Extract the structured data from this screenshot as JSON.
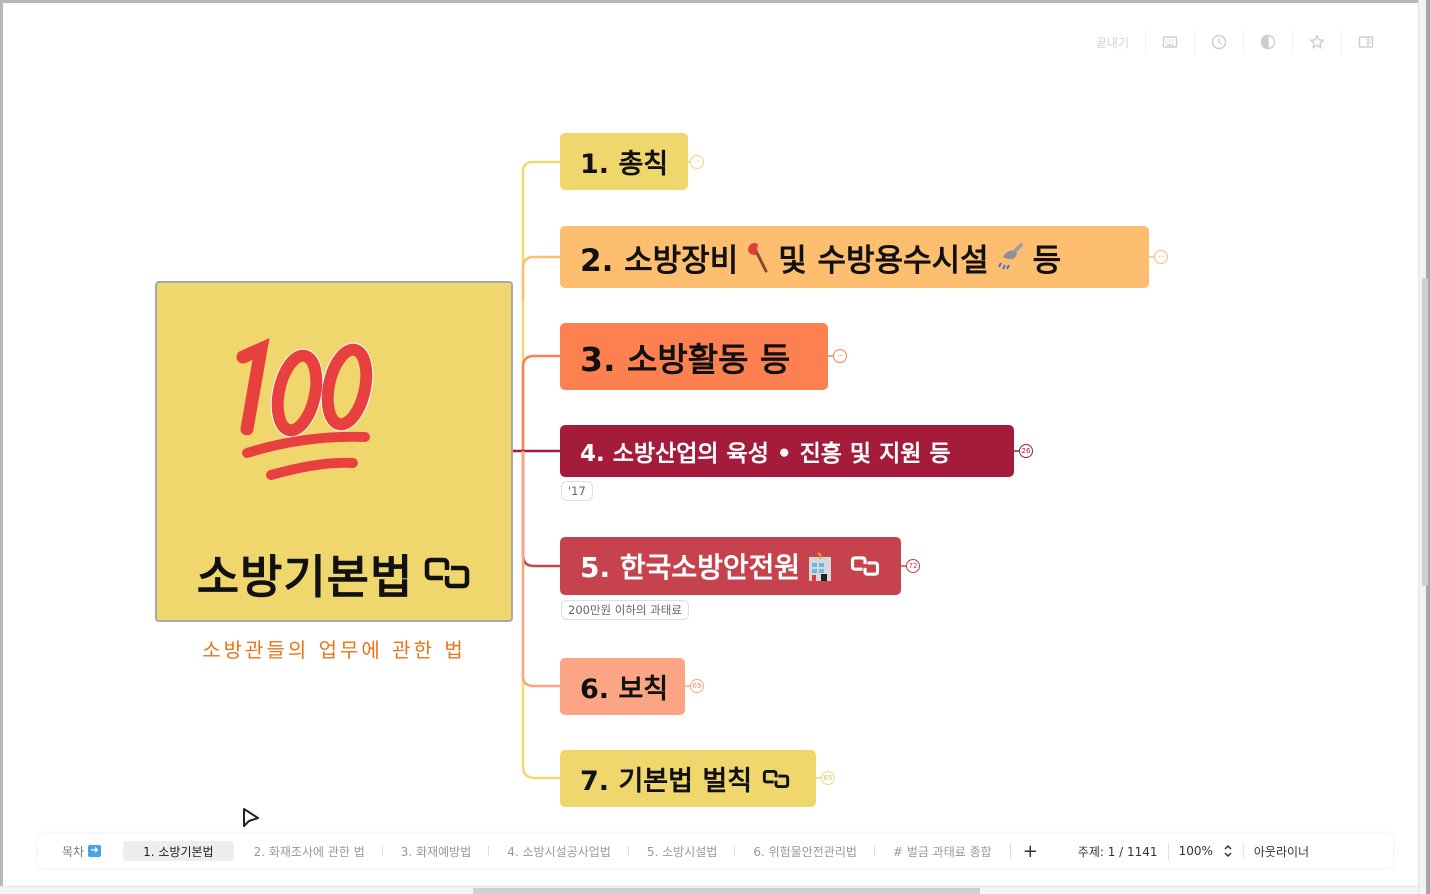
{
  "topbar": {
    "finish_label": "끝내기",
    "icons": [
      "keyboard-icon",
      "clock-icon",
      "contrast-icon",
      "star-icon",
      "panel-icon"
    ]
  },
  "root": {
    "emoji": "hundred-points-icon",
    "title": "소방기본법",
    "subtitle": "소방관들의 업무에 관한 법",
    "color": "#efd76e"
  },
  "nodes": [
    {
      "label": "1. 총칙",
      "color": "#efd76e",
      "text_color": "#111111",
      "badge": "···"
    },
    {
      "label_a": "2. 소방장비",
      "label_b": "및 수방용수시설",
      "label_c": "등",
      "color": "#fdbf6f",
      "text_color": "#111111",
      "badge": "···",
      "emojis": [
        "axe-icon",
        "shower-icon"
      ]
    },
    {
      "label": "3. 소방활동 등",
      "color": "#fc8050",
      "text_color": "#111111",
      "badge": "···"
    },
    {
      "label": "4. 소방산업의 육성 • 진흥 및 지원 등",
      "color": "#a51c3a",
      "text_color": "#ffffff",
      "badge": "26",
      "tag": "'17"
    },
    {
      "label": "5. 한국소방안전원",
      "color": "#c6424d",
      "text_color": "#ffffff",
      "badge": "72",
      "tag": "200만원 이하의 과태료",
      "emojis": [
        "office-building-icon",
        "link-icon"
      ]
    },
    {
      "label": "6. 보칙",
      "color": "#fba585",
      "text_color": "#111111",
      "badge": "69"
    },
    {
      "label": "7. 기본법 벌칙",
      "color": "#efd76e",
      "text_color": "#111111",
      "badge": "65",
      "emojis": [
        "link-icon"
      ]
    }
  ],
  "bottombar": {
    "toc_label": "목차",
    "tabs": [
      {
        "label": "1. 소방기본법",
        "active": true
      },
      {
        "label": "2. 화재조사에 관한 법",
        "active": false
      },
      {
        "label": "3. 화재예방법",
        "active": false
      },
      {
        "label": "4. 소방시설공사업법",
        "active": false
      },
      {
        "label": "5. 소방시설법",
        "active": false
      },
      {
        "label": "6. 위험물안전관리법",
        "active": false
      },
      {
        "label": "# 벌금 과태료 종합",
        "active": false
      }
    ],
    "add_label": "+",
    "topic_count": "주제: 1 / 1141",
    "zoom": "100%",
    "outliner_label": "아웃라이너"
  }
}
